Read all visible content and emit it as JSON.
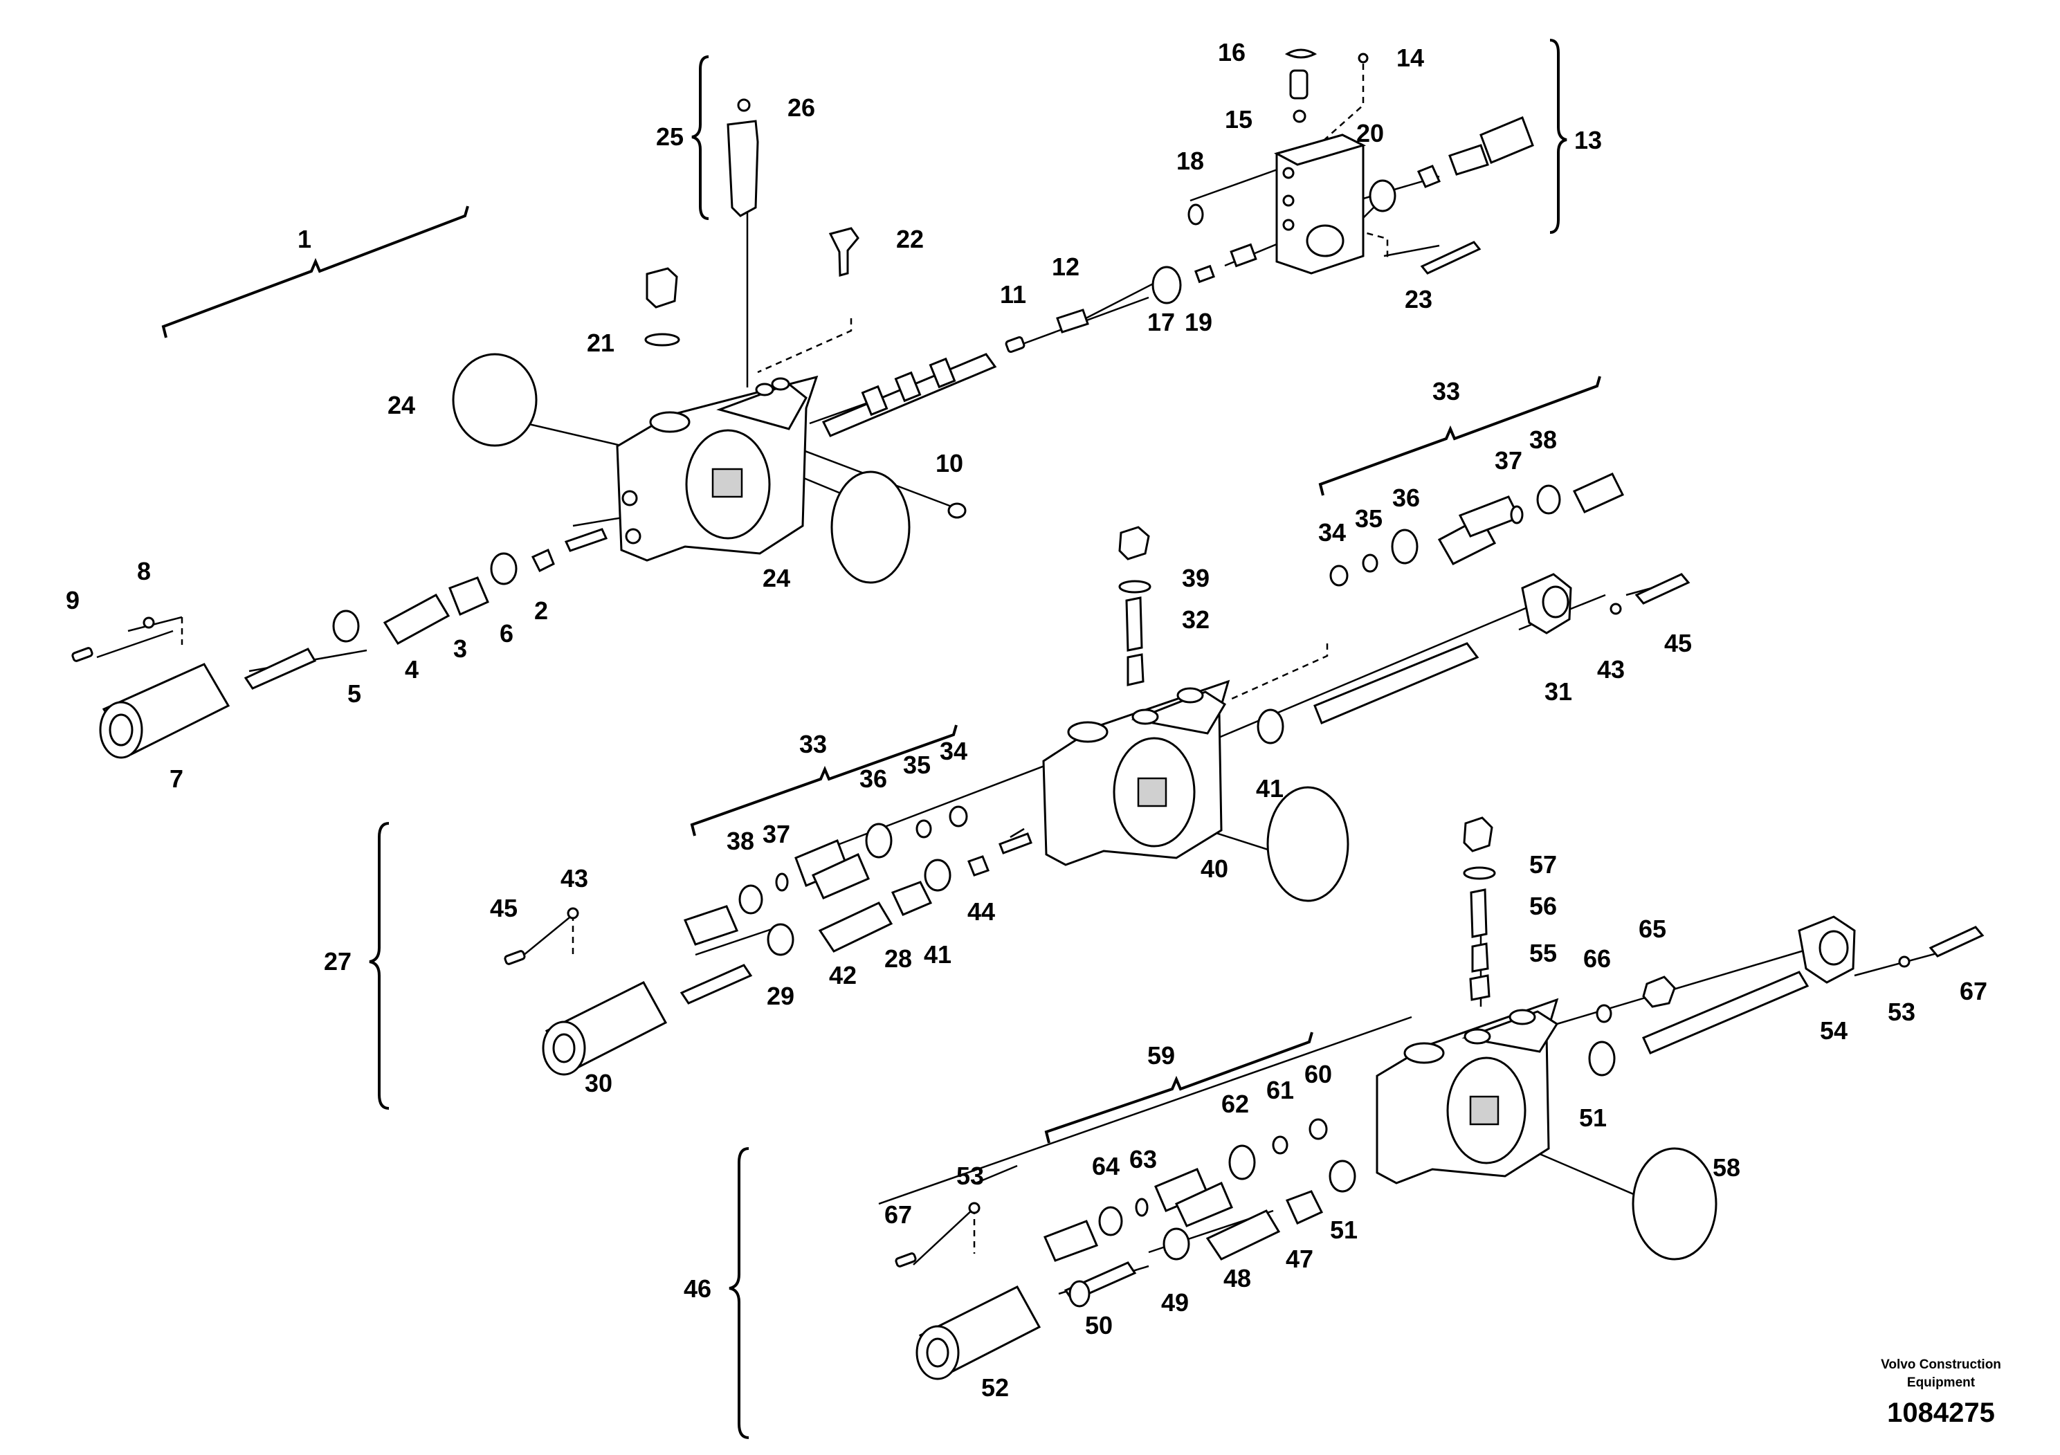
{
  "diagram": {
    "labels": [
      "1",
      "2",
      "3",
      "4",
      "5",
      "6",
      "7",
      "8",
      "9",
      "10",
      "11",
      "12",
      "13",
      "14",
      "15",
      "16",
      "17",
      "18",
      "19",
      "20",
      "21",
      "22",
      "23",
      "24",
      "24",
      "25",
      "26",
      "27",
      "28",
      "29",
      "30",
      "31",
      "32",
      "33",
      "33",
      "34",
      "34",
      "35",
      "35",
      "36",
      "36",
      "37",
      "37",
      "38",
      "38",
      "39",
      "40",
      "41",
      "41",
      "42",
      "43",
      "43",
      "44",
      "45",
      "45",
      "46",
      "47",
      "48",
      "49",
      "50",
      "51",
      "51",
      "52",
      "53",
      "53",
      "54",
      "55",
      "56",
      "57",
      "58",
      "59",
      "60",
      "61",
      "62",
      "63",
      "64",
      "65",
      "66",
      "67",
      "67"
    ]
  },
  "credit": {
    "line1": "Volvo Construction",
    "line2": "Equipment"
  },
  "document_number": "1084275"
}
